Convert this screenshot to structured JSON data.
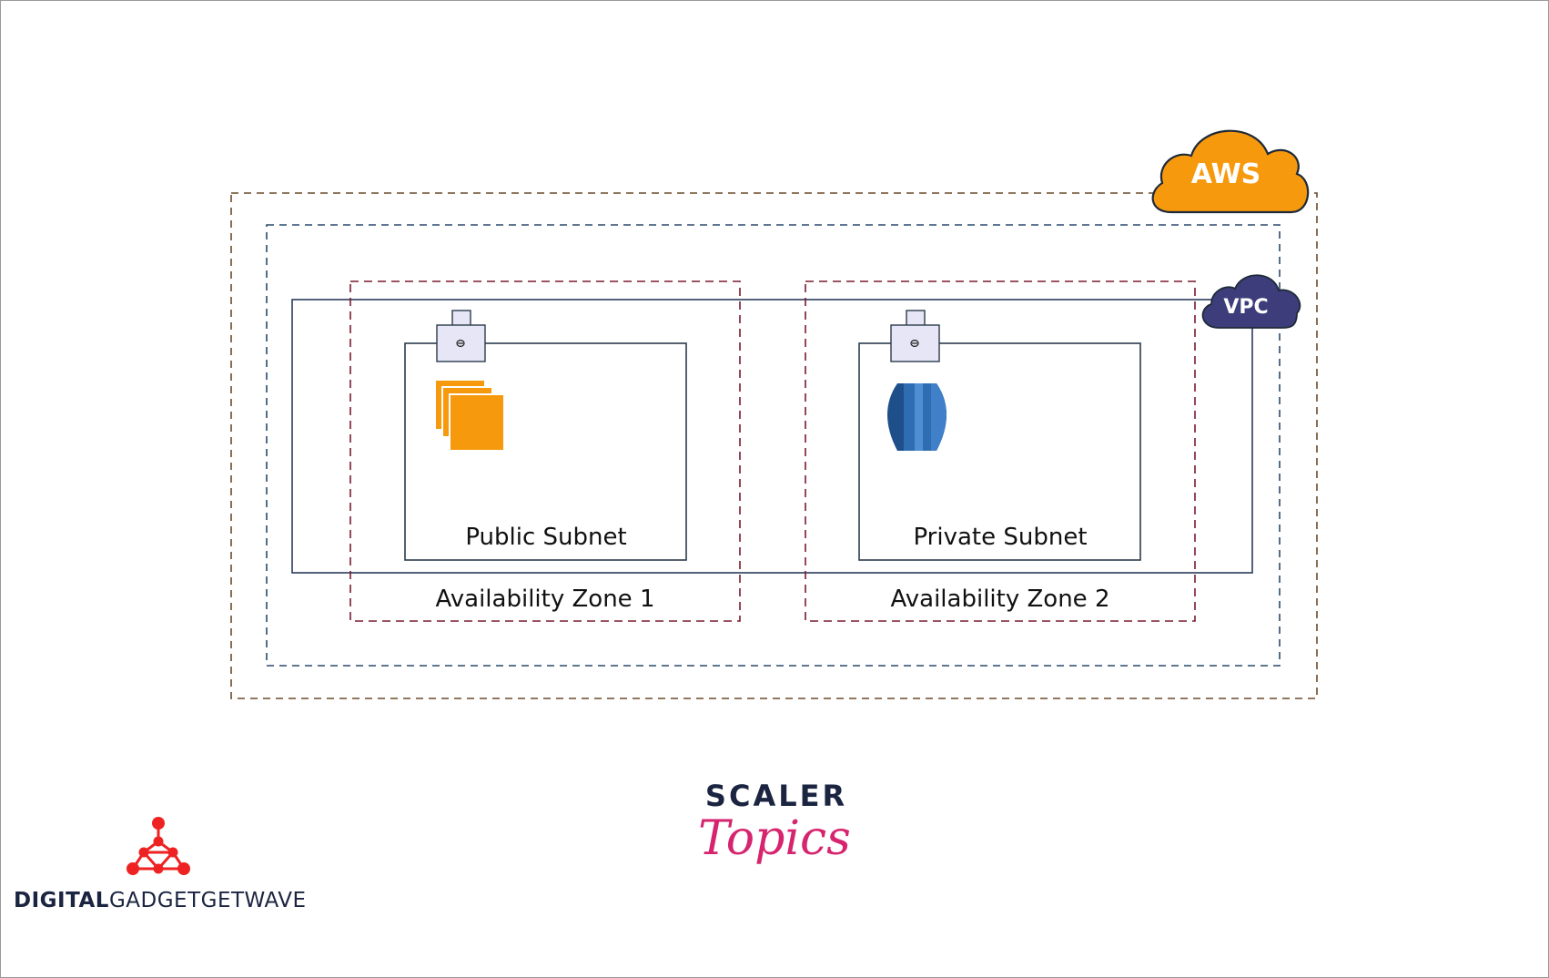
{
  "cloud": {
    "label": "AWS",
    "color": "#f7990c"
  },
  "vpc": {
    "label": "VPC",
    "color": "#3c3d7a"
  },
  "zones": [
    {
      "label": "Availability Zone 1"
    },
    {
      "label": "Availability Zone 2"
    }
  ],
  "subnets": [
    {
      "label": "Public Subnet",
      "icon": "ec2-instances-icon",
      "icon_color": "#f7990c"
    },
    {
      "label": "Private Subnet",
      "icon": "rds-database-icon",
      "icon_color": "#2f6db3"
    }
  ],
  "colors": {
    "aws_border": "#6b4a2a",
    "vpc_border": "#2a4a6b",
    "zone_border": "#7a1b2e",
    "subnet_border": "#2b3b4b",
    "lock_fill": "#e6e6f6"
  },
  "branding": {
    "scaler": {
      "line1": "SCALER",
      "line2": "Topics",
      "line1_color": "#1b2440",
      "line2_color": "#d6246e"
    },
    "digitalgadget": {
      "bold_part": "DIGITAL",
      "light_part": "GADGETGETWAVE",
      "logo_color": "#ee2222"
    }
  }
}
